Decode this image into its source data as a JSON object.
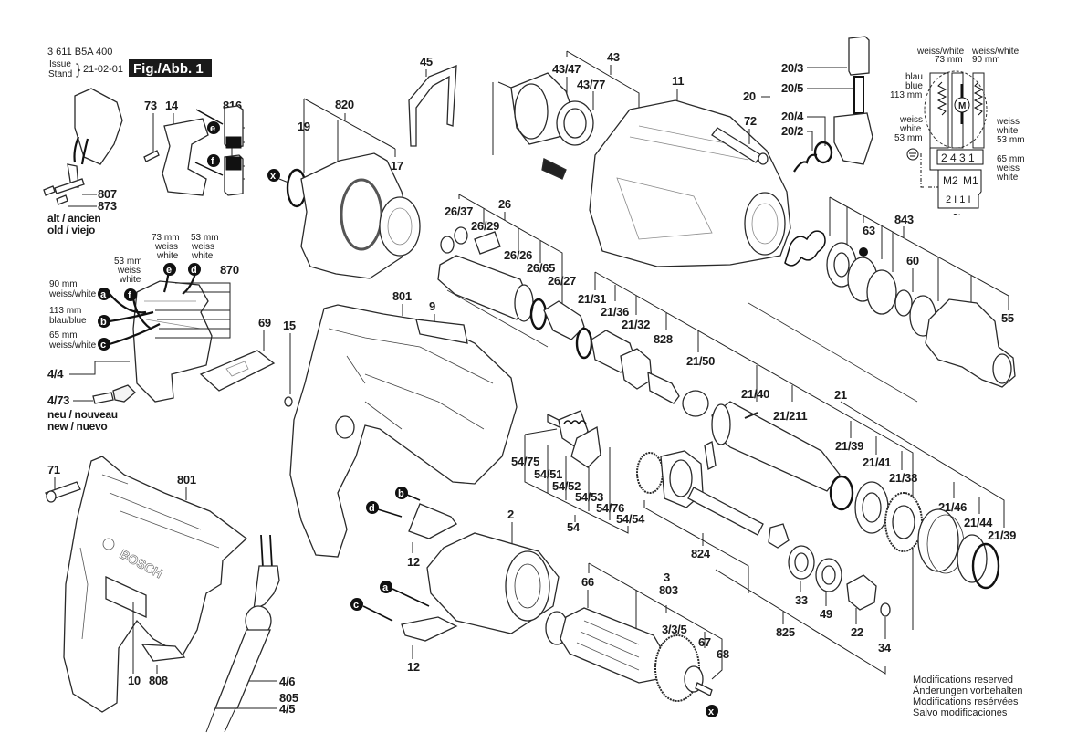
{
  "header": {
    "part_number": "3 611 B5A 400",
    "issue_label": "Issue",
    "stand_label": "Stand",
    "date": "21-02-01",
    "figure": "Fig./Abb. 1"
  },
  "variants": {
    "old": [
      "alt / ancien",
      "old / viejo"
    ],
    "new": [
      "neu / nouveau",
      "new / nuevo"
    ]
  },
  "switch_wiring": {
    "a": {
      "badge": "a",
      "length": "90 mm",
      "color": "weiss/white"
    },
    "b": {
      "badge": "b",
      "length": "113 mm",
      "color": "blau/blue"
    },
    "c": {
      "badge": "c",
      "length": "65 mm",
      "color": "weiss/white"
    },
    "d": {
      "badge": "d",
      "length": "53 mm",
      "color1": "weiss",
      "color2": "white"
    },
    "e": {
      "badge": "e",
      "length": "73 mm",
      "color1": "weiss",
      "color2": "white"
    },
    "f": {
      "badge": "f",
      "length": "53 mm",
      "color1": "weiss",
      "color2": "white"
    }
  },
  "schematic": {
    "top_left": {
      "color": "weiss/white",
      "length": "73 mm"
    },
    "top_right": {
      "color": "weiss/white",
      "length": "90 mm"
    },
    "blue": {
      "c1": "blau",
      "c2": "blue",
      "length": "113 mm"
    },
    "left53": {
      "c1": "weiss",
      "c2": "white",
      "length": "53 mm"
    },
    "right53": {
      "c1": "weiss",
      "c2": "white",
      "length": "53 mm"
    },
    "right65": {
      "length": "65 mm",
      "c1": "weiss",
      "c2": "white"
    },
    "terminals": "2 4 3 1",
    "motor": "M",
    "m2": "M2",
    "m1": "M1",
    "supply": "2 I   1 I",
    "ac": "~"
  },
  "parts": {
    "p73": "73",
    "p14": "14",
    "p816": "816",
    "p807": "807",
    "p873": "873",
    "p870": "870",
    "p69": "69",
    "p4_4": "4/4",
    "p4_73": "4/73",
    "p19": "19",
    "p820": "820",
    "p17": "17",
    "p45": "45",
    "p43": "43",
    "p43_47": "43/47",
    "p43_77": "43/77",
    "p11": "11",
    "p72": "72",
    "p20": "20",
    "p20_3": "20/3",
    "p20_5": "20/5",
    "p20_4": "20/4",
    "p20_2": "20/2",
    "p26": "26",
    "p26_37": "26/37",
    "p26_29": "26/29",
    "p26_26": "26/26",
    "p26_65": "26/65",
    "p26_27": "26/27",
    "p801a": "801",
    "p9": "9",
    "p15": "15",
    "p21_31": "21/31",
    "p21_36": "21/36",
    "p21_32": "21/32",
    "p828": "828",
    "p21_50": "21/50",
    "p63": "63",
    "p843": "843",
    "p60": "60",
    "p55": "55",
    "p21_40": "21/40",
    "p21_211": "21/211",
    "p21": "21",
    "p21_39a": "21/39",
    "p21_41": "21/41",
    "p21_38": "21/38",
    "p21_46": "21/46",
    "p21_44": "21/44",
    "p21_39b": "21/39",
    "p54_75": "54/75",
    "p54_51": "54/51",
    "p54_52": "54/52",
    "p54_53": "54/53",
    "p54_76": "54/76",
    "p54_54": "54/54",
    "p54": "54",
    "p824": "824",
    "p2": "2",
    "p12a": "12",
    "p12b": "12",
    "p66": "66",
    "p3": "3",
    "p803": "803",
    "p3_3_5": "3/3/5",
    "p67": "67",
    "p68": "68",
    "p33": "33",
    "p49": "49",
    "p22": "22",
    "p34": "34",
    "p825": "825",
    "p71": "71",
    "p801b": "801",
    "p10": "10",
    "p808": "808",
    "p4_6": "4/6",
    "p805": "805",
    "p4_5": "4/5"
  },
  "badges": {
    "a": "a",
    "b": "b",
    "c": "c",
    "d": "d",
    "e": "e",
    "f": "f",
    "x": "x"
  },
  "brand_mark": "BOSCH",
  "notice": [
    "Modifications reserved",
    "Änderungen vorbehalten",
    "Modifications resérvées",
    "Salvo modificaciones"
  ]
}
